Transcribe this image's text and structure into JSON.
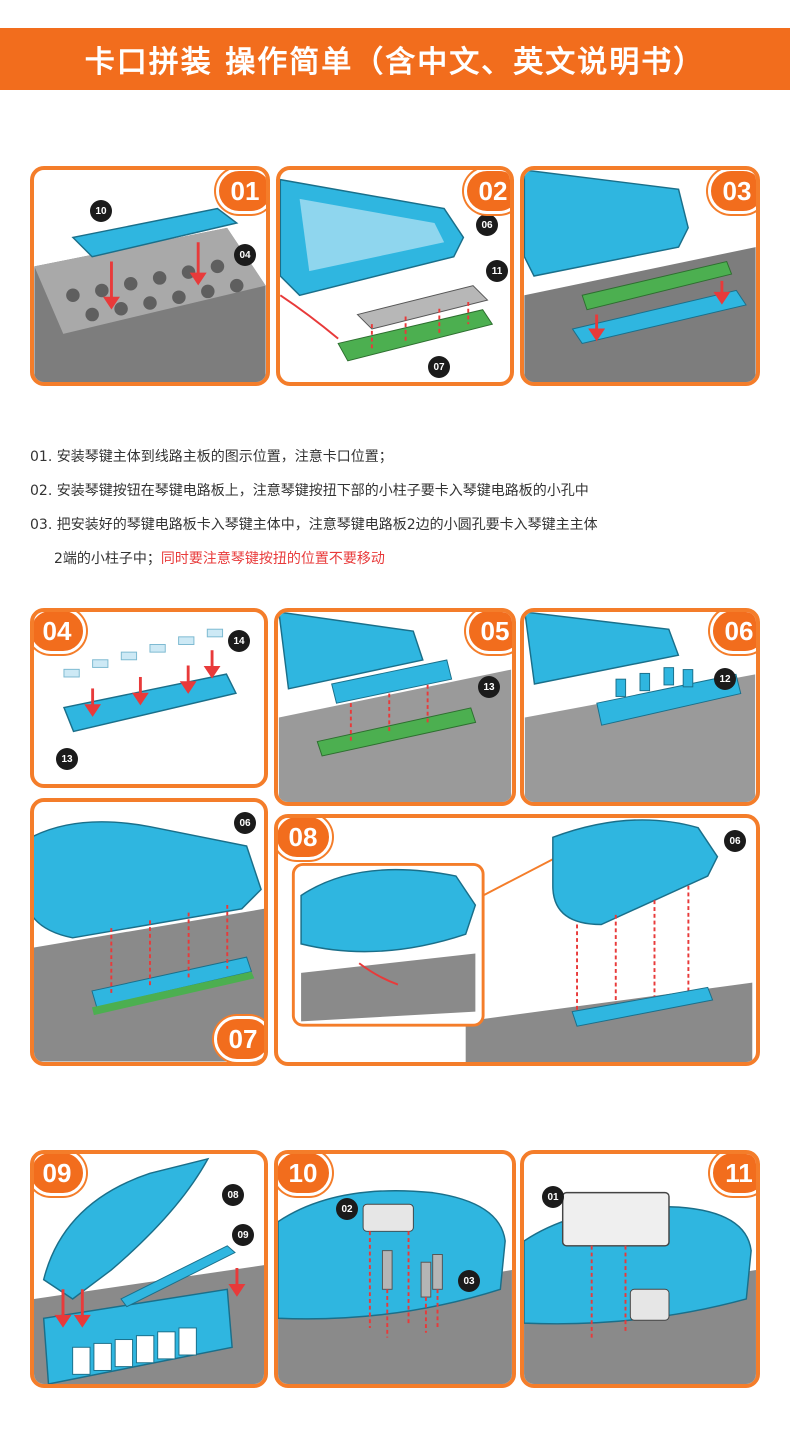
{
  "banner": {
    "title": "卡口拼装 操作简单（含中文、英文说明书）"
  },
  "steps_top": [
    {
      "number": "01",
      "labels": [
        "10",
        "04"
      ]
    },
    {
      "number": "02",
      "labels": [
        "06",
        "11",
        "07"
      ]
    },
    {
      "number": "03",
      "labels": []
    }
  ],
  "instructions": {
    "line1": "01. 安装琴键主体到线路主板的图示位置，注意卡口位置；",
    "line2": "02. 安装琴键按钮在琴键电路板上，注意琴键按扭下部的小柱子要卡入琴键电路板的小孔中",
    "line3": "03. 把安装好的琴键电路板卡入琴键主体中，注意琴键电路板2边的小圆孔要卡入琴键主主体",
    "line4_black": "2端的小柱子中；",
    "line4_red": "同时要注意琴键按扭的位置不要移动"
  },
  "steps_middle": [
    {
      "number": "04",
      "labels": [
        "14",
        "13"
      ]
    },
    {
      "number": "05",
      "labels": [
        "13"
      ]
    },
    {
      "number": "06",
      "labels": [
        "12"
      ]
    },
    {
      "number": "07",
      "labels": [
        "06"
      ]
    },
    {
      "number": "08",
      "labels": [
        "06"
      ]
    }
  ],
  "steps_bottom": [
    {
      "number": "09",
      "labels": [
        "08",
        "09"
      ]
    },
    {
      "number": "10",
      "labels": [
        "02",
        "03"
      ]
    },
    {
      "number": "11",
      "labels": [
        "01"
      ]
    }
  ],
  "colors": {
    "accent": "#f26d1d",
    "border": "#f47d2a",
    "part_blue": "#2fb6e0",
    "board_green": "#4caf50",
    "base_gray": "#8a8a8a",
    "warning_red": "#e83a3a"
  }
}
